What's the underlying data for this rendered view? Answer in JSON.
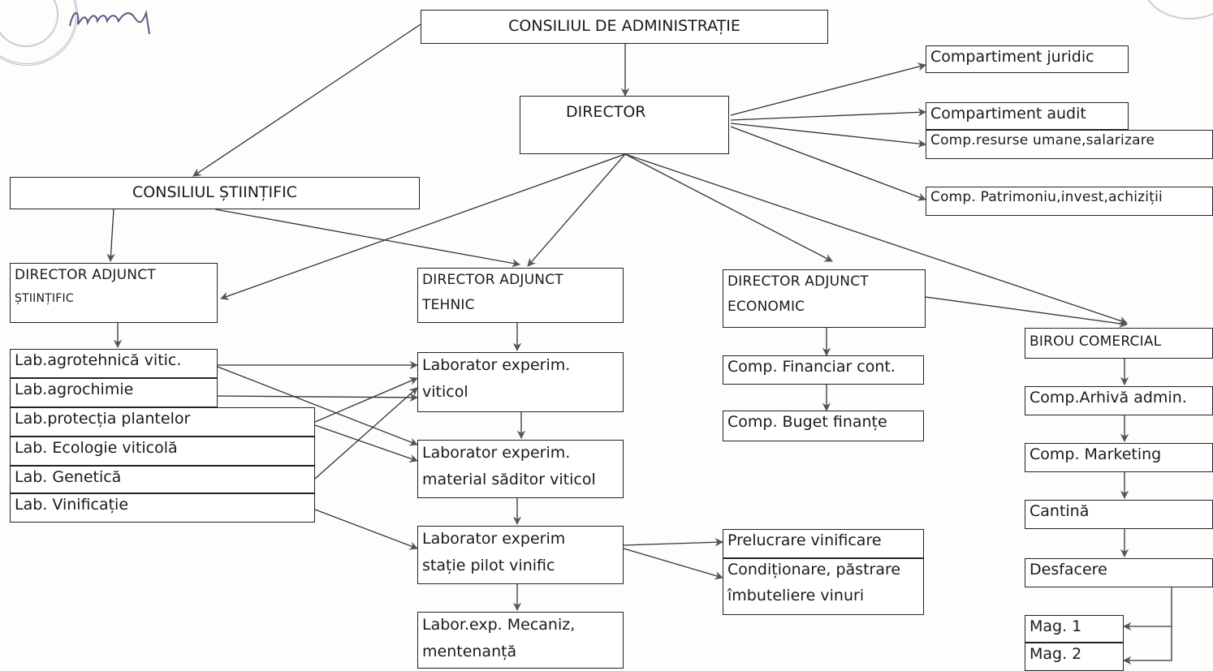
{
  "boxes": {
    "consiliul_admin": "CONSILIUL DE ADMINISTRAȚIE",
    "director": "DIRECTOR",
    "comp_juridic": "Compartiment juridic",
    "comp_audit": "Compartiment audit",
    "comp_resurse": "Comp.resurse umane,salarizare",
    "comp_patrimoniu": "Comp. Patrimoniu,invest,achiziții",
    "consiliul_stiintific": "CONSILIUL ȘTIINȚIFIC",
    "dir_adj_stiintific": [
      "DIRECTOR ADJUNCT",
      "ȘTIINȚIFIC"
    ],
    "dir_adj_tehnic": [
      "DIRECTOR ADJUNCT",
      "TEHNIC"
    ],
    "dir_adj_economic": [
      "DIRECTOR ADJUNCT",
      "ECONOMIC"
    ],
    "birou_comercial": "BIROU COMERCIAL",
    "labs_left": [
      "Lab.agrotehnică vitic.",
      "Lab.agrochimie",
      "Lab.protecția plantelor",
      "Lab. Ecologie viticolă",
      "Lab. Genetică",
      "Lab. Vinificație"
    ],
    "lab_viticol": [
      "Laborator experim.",
      "viticol"
    ],
    "lab_material": [
      "Laborator experim.",
      "material săditor viticol"
    ],
    "lab_statie": [
      "Laborator experim",
      "stație pilot vinific"
    ],
    "labor_mecaniz": [
      "Labor.exp. Mecaniz,",
      "mentenanță"
    ],
    "prelucrare": "Prelucrare vinificare",
    "conditionare": [
      "Condiționare, păstrare",
      "îmbuteliere vinuri"
    ],
    "comp_financiar": "Comp. Financiar cont.",
    "comp_buget": "Comp. Buget finanțe",
    "comp_arhiva": "Comp.Arhivă admin.",
    "comp_marketing": "Comp. Marketing",
    "cantina": "Cantină",
    "desfacere": "Desfacere",
    "mag1": "Mag. 1",
    "mag2": "Mag. 2"
  },
  "colors": {
    "line": "#333333",
    "arrow_head": "#4a4a4a",
    "stamp": "#8a8ab0"
  }
}
